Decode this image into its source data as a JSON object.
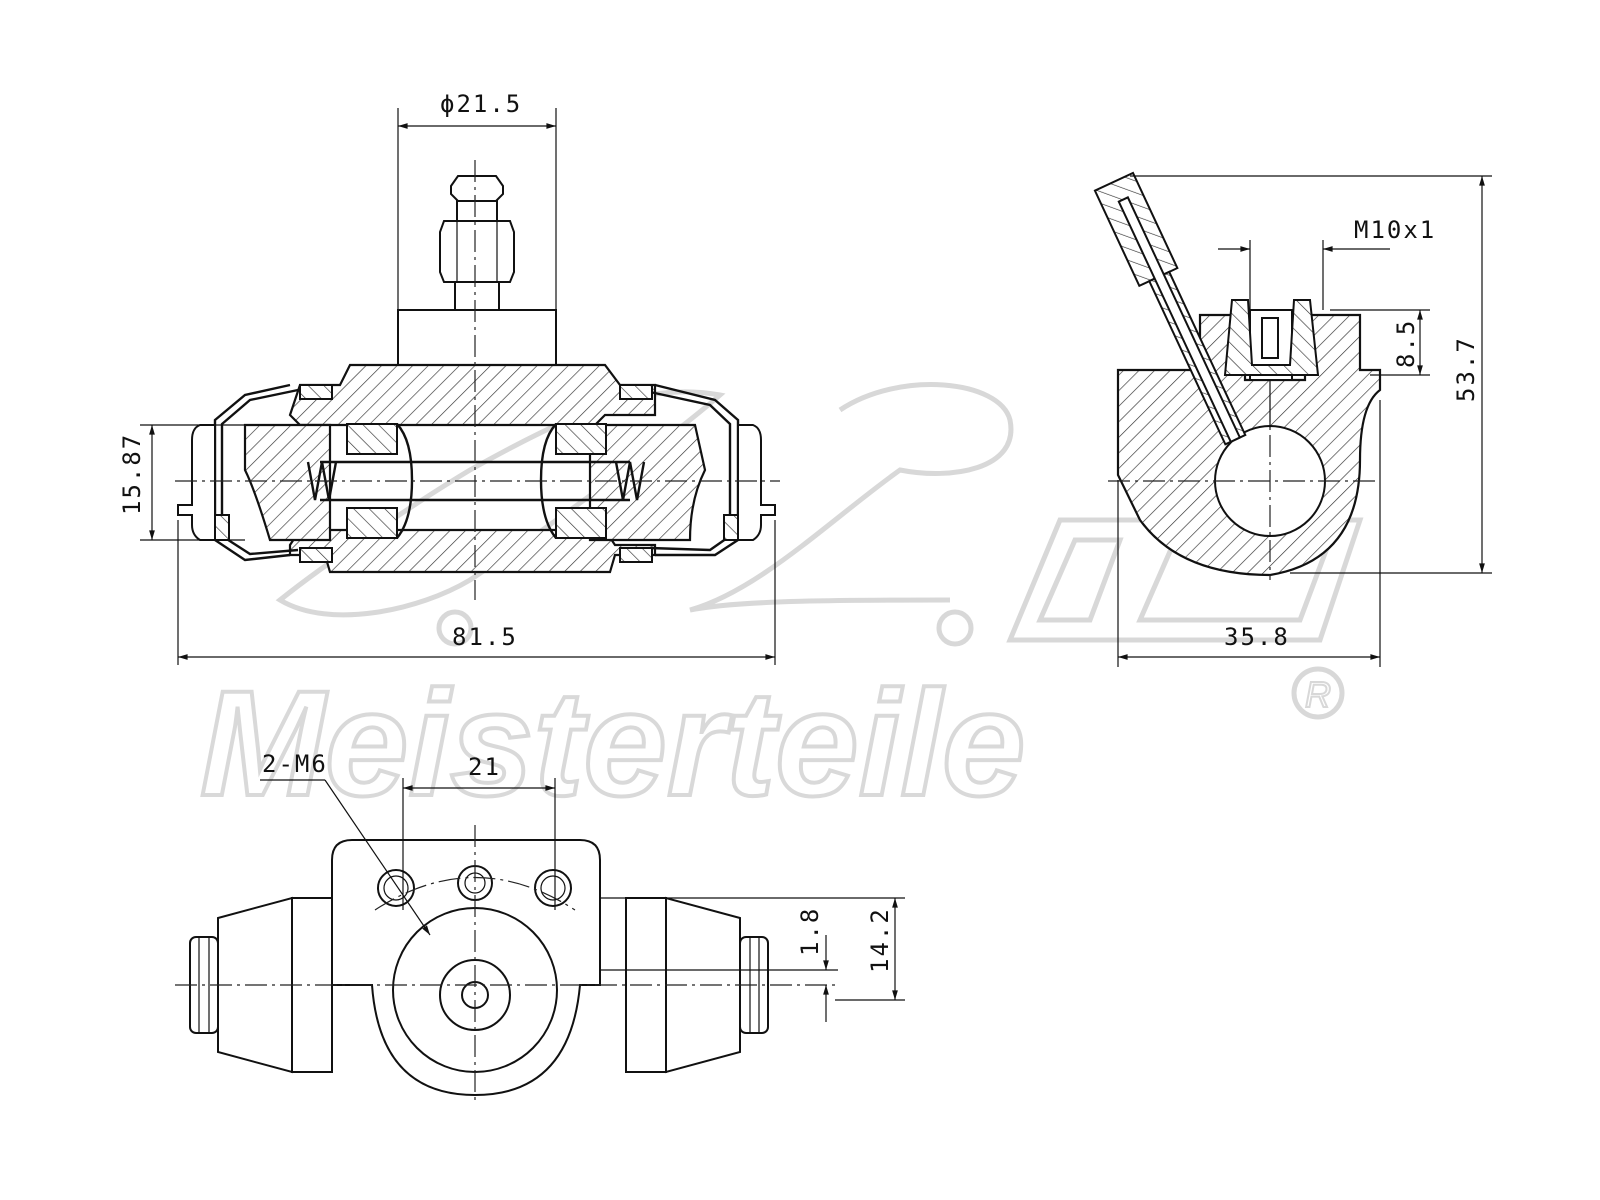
{
  "watermark": {
    "brand_text": "Meisterteile",
    "registered_mark": "R"
  },
  "dimensions": {
    "piston_bore_dia": "ϕ21.5",
    "bore_height": "15.87",
    "overall_length": "81.5",
    "thread_size": "M10x1",
    "inlet_depth": "8.5",
    "overall_height": "53.7",
    "side_width": "35.8",
    "mounting_threads": "2-M6",
    "hole_spacing": "21",
    "offset_small": "1.8",
    "offset_large": "14.2"
  }
}
